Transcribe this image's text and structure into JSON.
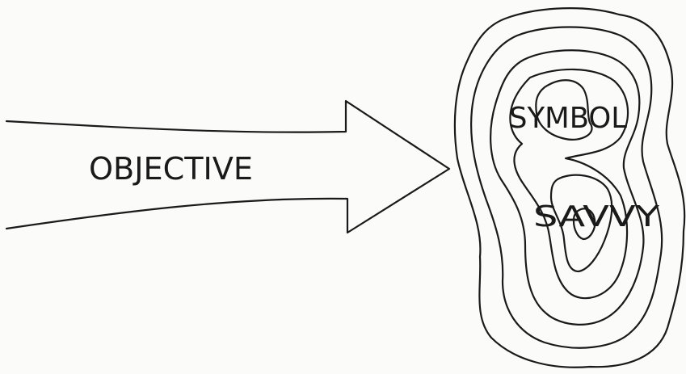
{
  "arrow": {
    "label": "OBJECTIVE"
  },
  "contour": {
    "upper_peak_label": "SYMBOL",
    "lower_peak_label": "SAVVY"
  },
  "colors": {
    "ink": "#1a1a1a",
    "paper": "#fbfbfa"
  }
}
